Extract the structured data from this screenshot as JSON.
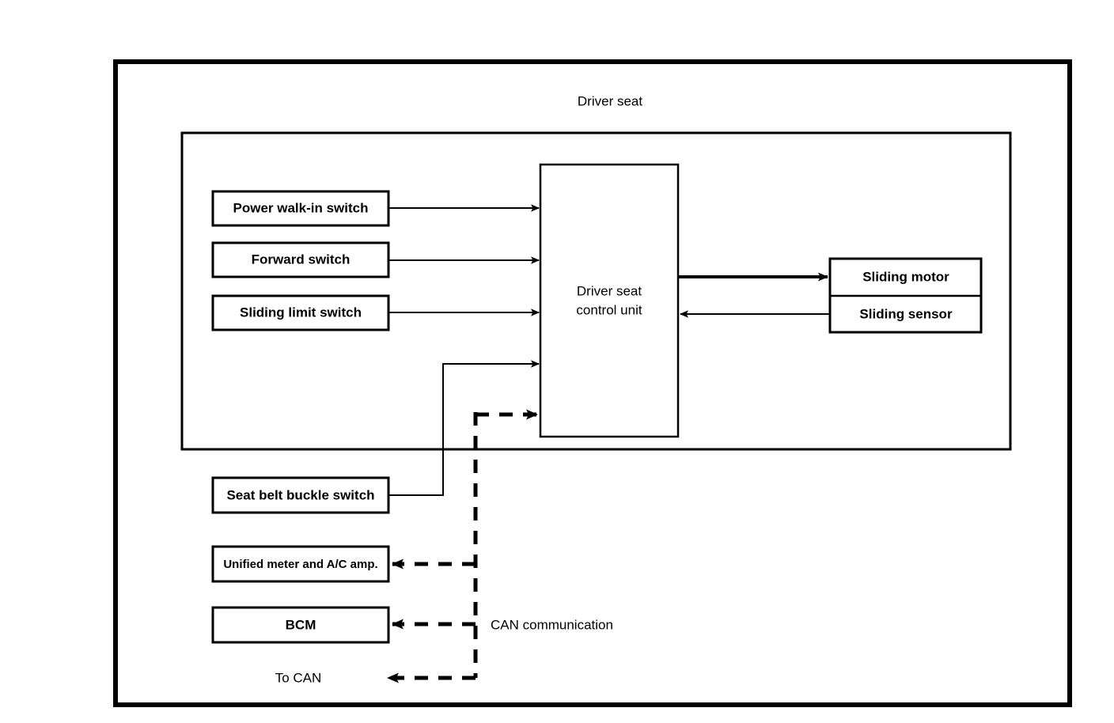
{
  "diagram": {
    "title": "Driver seat",
    "type": "block-diagram",
    "subject": "Driver seat power sliding system",
    "outer_frame": {
      "present": true
    },
    "inner_frame": {
      "label": "Driver seat",
      "present": true
    },
    "nodes": {
      "power_walk_in_switch": "Power walk-in switch",
      "forward_switch": "Forward switch",
      "sliding_limit_switch": "Sliding limit switch",
      "driver_seat_control_unit_line1": "Driver seat",
      "driver_seat_control_unit_line2": "control unit",
      "sliding_motor": "Sliding motor",
      "sliding_sensor": "Sliding sensor",
      "seat_belt_buckle_switch": "Seat belt buckle switch",
      "unified_meter_ac_amp": "Unified meter and A/C amp.",
      "bcm": "BCM",
      "to_can": "To CAN"
    },
    "annotations": {
      "can_communication": "CAN communication"
    },
    "colors": {
      "line": "#000000",
      "background": "#ffffff",
      "text": "#000000"
    },
    "connections": [
      {
        "from": "power_walk_in_switch",
        "to": "driver_seat_control_unit",
        "style": "solid",
        "direction": "forward"
      },
      {
        "from": "forward_switch",
        "to": "driver_seat_control_unit",
        "style": "solid",
        "direction": "forward"
      },
      {
        "from": "sliding_limit_switch",
        "to": "driver_seat_control_unit",
        "style": "solid",
        "direction": "forward"
      },
      {
        "from": "seat_belt_buckle_switch",
        "to": "driver_seat_control_unit",
        "style": "solid",
        "direction": "forward"
      },
      {
        "from": "driver_seat_control_unit",
        "to": "sliding_motor",
        "style": "solid-thick",
        "direction": "forward"
      },
      {
        "from": "sliding_sensor",
        "to": "driver_seat_control_unit",
        "style": "solid",
        "direction": "forward"
      },
      {
        "from": "can_bus",
        "to": "driver_seat_control_unit",
        "style": "dashed",
        "direction": "forward"
      },
      {
        "from": "can_bus",
        "to": "unified_meter_ac_amp",
        "style": "dashed",
        "direction": "forward"
      },
      {
        "from": "can_bus",
        "to": "bcm",
        "style": "dashed",
        "direction": "forward"
      },
      {
        "from": "can_bus",
        "to": "to_can",
        "style": "dashed",
        "direction": "forward"
      }
    ]
  }
}
